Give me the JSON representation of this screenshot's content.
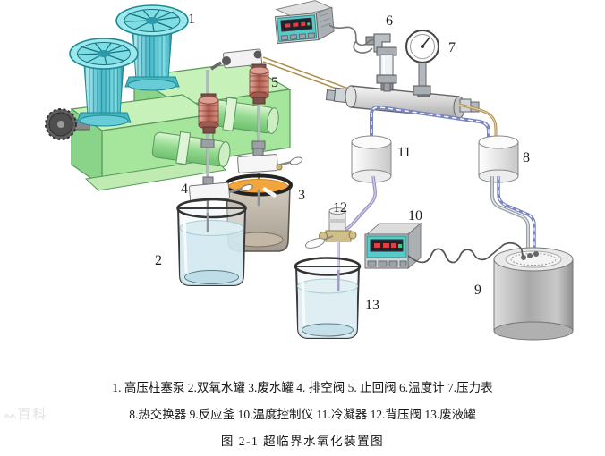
{
  "figure": {
    "title": "图 2-1 超临界水氧化装置图",
    "legend_line_1": "1. 高压柱塞泵 2.双氧水罐 3.废水罐 4. 排空阀 5. 止回阀 6.温度计 7.压力表",
    "legend_line_2": "8.热交换器 9.反应釜 10.温度控制仪 11.冷凝器 12.背压阀 13.废液罐"
  },
  "components": [
    {
      "label": "1",
      "name": "高压柱塞泵"
    },
    {
      "label": "2",
      "name": "双氧水罐"
    },
    {
      "label": "3",
      "name": "废水罐"
    },
    {
      "label": "4",
      "name": "排空阀"
    },
    {
      "label": "5",
      "name": "止回阀"
    },
    {
      "label": "6",
      "name": "温度计"
    },
    {
      "label": "7",
      "name": "压力表"
    },
    {
      "label": "8",
      "name": "热交换器"
    },
    {
      "label": "9",
      "name": "反应釜"
    },
    {
      "label": "10",
      "name": "温度控制仪"
    },
    {
      "label": "11",
      "name": "冷凝器"
    },
    {
      "label": "12",
      "name": "背压阀"
    },
    {
      "label": "13",
      "name": "废液罐"
    }
  ],
  "watermark": "百科",
  "colors": {
    "motor_teal": "#5fd4da",
    "pump_green": "#a6e69c",
    "valve_pink": "#c97f72",
    "liquid_orange": "#f2a53c",
    "liquid_blue": "#d9ecf1",
    "pipe_tan": "#b09050",
    "pipe_blue": "#7a86c2",
    "pipe_purple": "#9a93c8",
    "instrument_teal": "#59c9c9",
    "steel_gray": "#b9b9b9"
  }
}
